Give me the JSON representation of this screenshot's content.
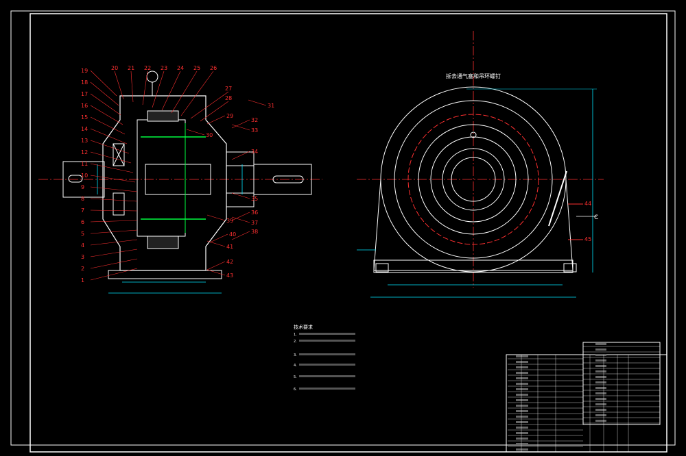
{
  "drawing": {
    "side_title": "拆去通气塞和吊环螺钉",
    "section_label": "C"
  },
  "left_callouts": [
    "19",
    "18",
    "17",
    "16",
    "15",
    "14",
    "13",
    "12",
    "11",
    "10",
    "9",
    "8",
    "7",
    "6",
    "5",
    "4",
    "3",
    "2",
    "1"
  ],
  "top_callouts": [
    "20",
    "21",
    "22",
    "23",
    "24",
    "25",
    "26",
    "27",
    "28"
  ],
  "right_callouts": [
    "31",
    "29",
    "30",
    "32",
    "33",
    "34",
    "35",
    "36",
    "37",
    "38",
    "39",
    "40",
    "41",
    "42",
    "43"
  ],
  "side_callouts": [
    "44",
    "45"
  ],
  "notes": {
    "title": "技术要求",
    "lines": [
      "1.",
      "2.",
      "3.",
      "4.",
      "5.",
      "6."
    ]
  },
  "colors": {
    "outline": "#ffffff",
    "leader": "#ff3030",
    "dimension": "#00e5ff",
    "center": "#ff3030",
    "part": "#00ff40"
  }
}
